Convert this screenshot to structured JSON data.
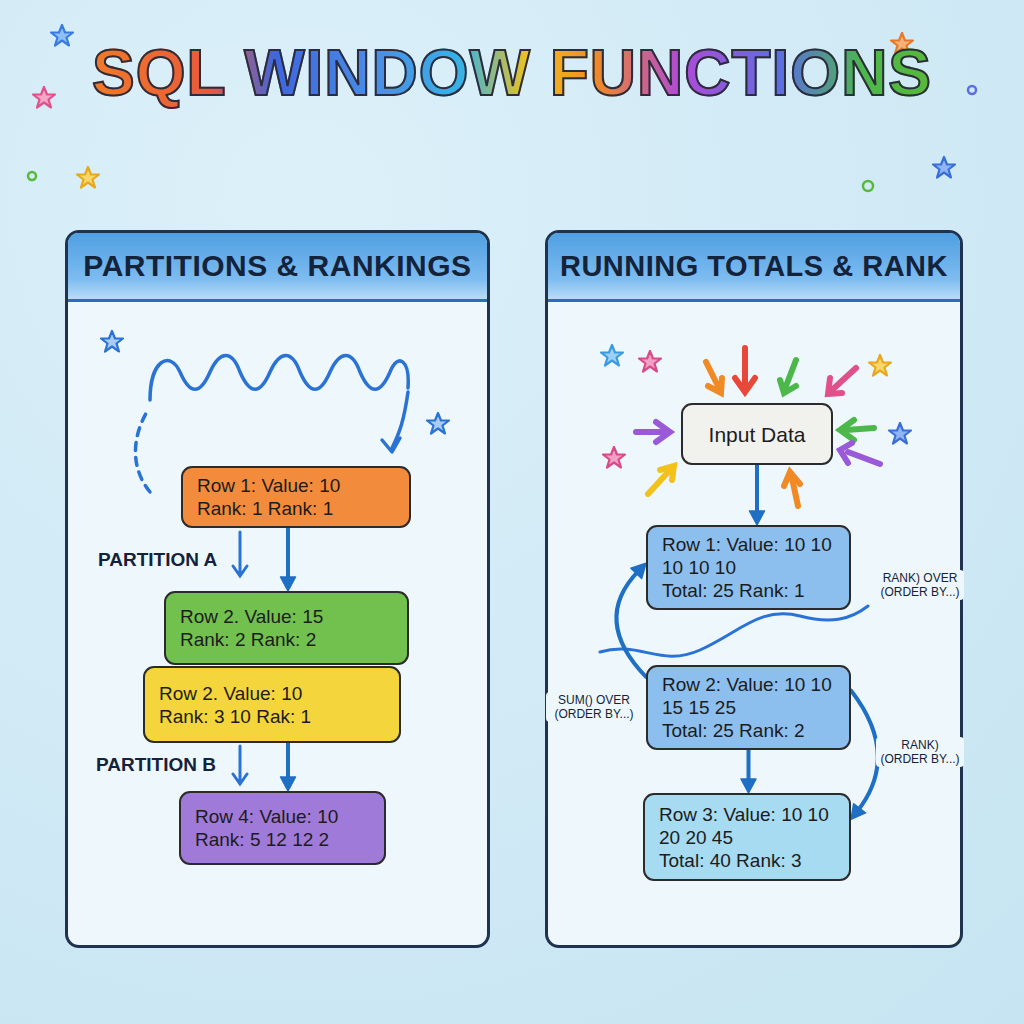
{
  "diagram": {
    "title": "SQL WINDOW FUNCTIONS",
    "nodes": [
      {
        "text": [
          "PARTITIONS & RANKINGS"
        ]
      },
      {
        "text": [
          "Row 1: Value: 10",
          "Rank: 1 Rank: 1"
        ],
        "in": 0
      },
      {
        "text": [
          "Row 2. Value: 15",
          "Rank: 2 Rank: 2"
        ],
        "in": 0
      },
      {
        "text": [
          "Row 2. Value: 10",
          "Rank: 3 10 Rak: 1"
        ],
        "in": 0
      },
      {
        "text": [
          "Row 4: Value: 10",
          "Rank: 5 12 12 2"
        ],
        "in": 0
      },
      {
        "text": [
          "RUNNING TOTALS & RANK"
        ]
      },
      {
        "text": [
          "Input Data"
        ],
        "in": 5
      },
      {
        "text": [
          "Row 1: Value: 10 10",
          "10 10 10",
          "Total: 25 Rank: 1"
        ],
        "in": 5
      },
      {
        "text": [
          "Row 2: Value: 10 10",
          "15 15 25",
          "Total: 25 Rank: 2"
        ],
        "in": 5
      },
      {
        "text": [
          "Row 3: Value: 10 10",
          "20 20 45",
          "Total: 40 Rank: 3"
        ],
        "in": 5
      }
    ],
    "edges": [
      {
        "from": 1,
        "to": 2,
        "arrow": "to"
      },
      {
        "from": 3,
        "to": 4,
        "arrow": "to"
      },
      {
        "from": 6,
        "to": 7,
        "arrow": "to"
      },
      {
        "from": 8,
        "to": 7,
        "label": "SUM() OVER (ORDER BY...)",
        "arrow": "to"
      },
      {
        "from": 8,
        "to": 9,
        "arrow": "to"
      },
      {
        "from": 8,
        "to": 9,
        "label": "RANK) (ORDER BY...)",
        "arrow": "to"
      }
    ],
    "labels": [
      "PARTITION A",
      "PARTITION B",
      "RANK) OVER (ORDER BY...)"
    ]
  }
}
